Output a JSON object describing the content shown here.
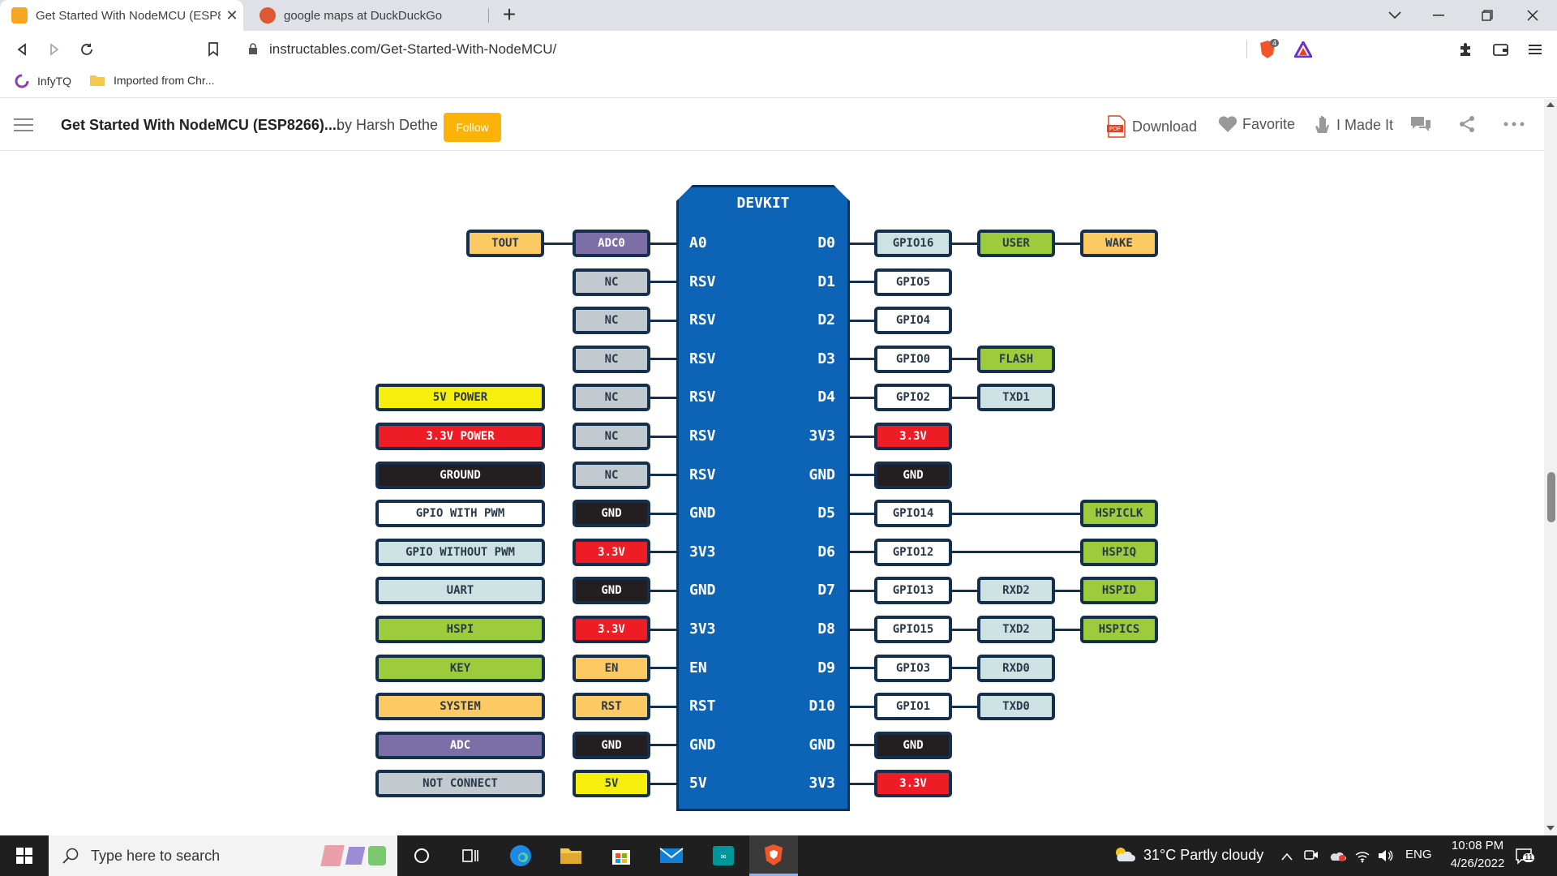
{
  "browser": {
    "tabs": [
      {
        "title": "Get Started With NodeMCU (ESP8",
        "favicon_color": "#f5a623",
        "active": true
      },
      {
        "title": "google maps at DuckDuckGo",
        "favicon_color": "#de5833",
        "active": false
      }
    ],
    "url": "instructables.com/Get-Started-With-NodeMCU/",
    "shield_count": "4",
    "bookmarks": [
      {
        "label": "InfyTQ"
      },
      {
        "label": "Imported from Chr..."
      }
    ]
  },
  "site": {
    "title": "Get Started With NodeMCU (ESP8266)....",
    "byline": "by Harsh Dethe",
    "follow_label": "Follow",
    "actions": {
      "download": "Download",
      "favorite": "Favorite",
      "made_it": "I Made It"
    }
  },
  "diagram": {
    "board_title": "DEVKIT",
    "left_pins": [
      "A0",
      "RSV",
      "RSV",
      "RSV",
      "RSV",
      "RSV",
      "RSV",
      "GND",
      "3V3",
      "GND",
      "3V3",
      "EN",
      "RST",
      "GND",
      "5V"
    ],
    "right_pins": [
      "D0",
      "D1",
      "D2",
      "D3",
      "D4",
      "3V3",
      "GND",
      "D5",
      "D6",
      "D7",
      "D8",
      "D9",
      "D10",
      "GND",
      "3V3"
    ],
    "left_inner": [
      {
        "label": "ADC0",
        "color": "#7c6fa8",
        "text": "#ffffff"
      },
      {
        "label": "NC",
        "color": "#c2c9cf",
        "text": "#2b3a4a"
      },
      {
        "label": "NC",
        "color": "#c2c9cf",
        "text": "#2b3a4a"
      },
      {
        "label": "NC",
        "color": "#c2c9cf",
        "text": "#2b3a4a"
      },
      {
        "label": "NC",
        "color": "#c2c9cf",
        "text": "#2b3a4a"
      },
      {
        "label": "NC",
        "color": "#c2c9cf",
        "text": "#2b3a4a"
      },
      {
        "label": "NC",
        "color": "#c2c9cf",
        "text": "#2b3a4a"
      },
      {
        "label": "GND",
        "color": "#231f20",
        "text": "#ffffff"
      },
      {
        "label": "3.3V",
        "color": "#ee1c24",
        "text": "#ffffff"
      },
      {
        "label": "GND",
        "color": "#231f20",
        "text": "#ffffff"
      },
      {
        "label": "3.3V",
        "color": "#ee1c24",
        "text": "#ffffff"
      },
      {
        "label": "EN",
        "color": "#fdc963",
        "text": "#2b3a4a"
      },
      {
        "label": "RST",
        "color": "#fdc963",
        "text": "#2b3a4a"
      },
      {
        "label": "GND",
        "color": "#231f20",
        "text": "#ffffff"
      },
      {
        "label": "5V",
        "color": "#f6ee0d",
        "text": "#2b3a4a"
      }
    ],
    "tout": {
      "label": "TOUT",
      "color": "#fdc963",
      "text": "#2b3a4a"
    },
    "legend": [
      {
        "label": "5V POWER",
        "color": "#f6ee0d",
        "text": "#2b3a4a",
        "row": 4
      },
      {
        "label": "3.3V POWER",
        "color": "#ee1c24",
        "text": "#ffffff",
        "row": 5
      },
      {
        "label": "GROUND",
        "color": "#231f20",
        "text": "#ffffff",
        "row": 6
      },
      {
        "label": "GPIO WITH PWM",
        "color": "#ffffff",
        "text": "#2b3a4a",
        "row": 7
      },
      {
        "label": "GPIO WITHOUT PWM",
        "color": "#cde3e3",
        "text": "#2b3a4a",
        "row": 8
      },
      {
        "label": "UART",
        "color": "#cde3e3",
        "text": "#2b3a4a",
        "row": 9
      },
      {
        "label": "HSPI",
        "color": "#9ccb3b",
        "text": "#2b3a4a",
        "row": 10
      },
      {
        "label": "KEY",
        "color": "#9ccb3b",
        "text": "#2b3a4a",
        "row": 11
      },
      {
        "label": "SYSTEM",
        "color": "#fdc963",
        "text": "#2b3a4a",
        "row": 12
      },
      {
        "label": "ADC",
        "color": "#7c6fa8",
        "text": "#ffffff",
        "row": 13
      },
      {
        "label": "NOT CONNECT",
        "color": "#c2c9cf",
        "text": "#2b3a4a",
        "row": 14
      }
    ],
    "right_inner": [
      {
        "label": "GPIO16",
        "color": "#cde3e3",
        "text": "#2b3a4a"
      },
      {
        "label": "GPIO5",
        "color": "#ffffff",
        "text": "#2b3a4a"
      },
      {
        "label": "GPIO4",
        "color": "#ffffff",
        "text": "#2b3a4a"
      },
      {
        "label": "GPIO0",
        "color": "#ffffff",
        "text": "#2b3a4a"
      },
      {
        "label": "GPIO2",
        "color": "#ffffff",
        "text": "#2b3a4a"
      },
      {
        "label": "3.3V",
        "color": "#ee1c24",
        "text": "#ffffff"
      },
      {
        "label": "GND",
        "color": "#231f20",
        "text": "#ffffff"
      },
      {
        "label": "GPIO14",
        "color": "#ffffff",
        "text": "#2b3a4a"
      },
      {
        "label": "GPIO12",
        "color": "#ffffff",
        "text": "#2b3a4a"
      },
      {
        "label": "GPIO13",
        "color": "#ffffff",
        "text": "#2b3a4a"
      },
      {
        "label": "GPIO15",
        "color": "#ffffff",
        "text": "#2b3a4a"
      },
      {
        "label": "GPIO3",
        "color": "#ffffff",
        "text": "#2b3a4a"
      },
      {
        "label": "GPIO1",
        "color": "#ffffff",
        "text": "#2b3a4a"
      },
      {
        "label": "GND",
        "color": "#231f20",
        "text": "#ffffff"
      },
      {
        "label": "3.3V",
        "color": "#ee1c24",
        "text": "#ffffff"
      }
    ],
    "right_mid": [
      {
        "row": 0,
        "label": "USER",
        "color": "#9ccb3b",
        "text": "#2b3a4a"
      },
      {
        "row": 3,
        "label": "FLASH",
        "color": "#9ccb3b",
        "text": "#2b3a4a"
      },
      {
        "row": 4,
        "label": "TXD1",
        "color": "#cde3e3",
        "text": "#2b3a4a"
      },
      {
        "row": 9,
        "label": "RXD2",
        "color": "#cde3e3",
        "text": "#2b3a4a"
      },
      {
        "row": 10,
        "label": "TXD2",
        "color": "#cde3e3",
        "text": "#2b3a4a"
      },
      {
        "row": 11,
        "label": "RXD0",
        "color": "#cde3e3",
        "text": "#2b3a4a"
      },
      {
        "row": 12,
        "label": "TXD0",
        "color": "#cde3e3",
        "text": "#2b3a4a"
      }
    ],
    "right_outer": [
      {
        "row": 0,
        "label": "WAKE",
        "color": "#fdc963",
        "text": "#2b3a4a"
      },
      {
        "row": 7,
        "label": "HSPICLK",
        "color": "#9ccb3b",
        "text": "#2b3a4a"
      },
      {
        "row": 8,
        "label": "HSPIQ",
        "color": "#9ccb3b",
        "text": "#2b3a4a"
      },
      {
        "row": 9,
        "label": "HSPID",
        "color": "#9ccb3b",
        "text": "#2b3a4a"
      },
      {
        "row": 10,
        "label": "HSPICS",
        "color": "#9ccb3b",
        "text": "#2b3a4a"
      }
    ]
  },
  "taskbar": {
    "search_placeholder": "Type here to search",
    "weather": "31°C  Partly cloudy",
    "language": "ENG",
    "time": "10:08 PM",
    "date": "4/26/2022",
    "notifications": "11"
  }
}
